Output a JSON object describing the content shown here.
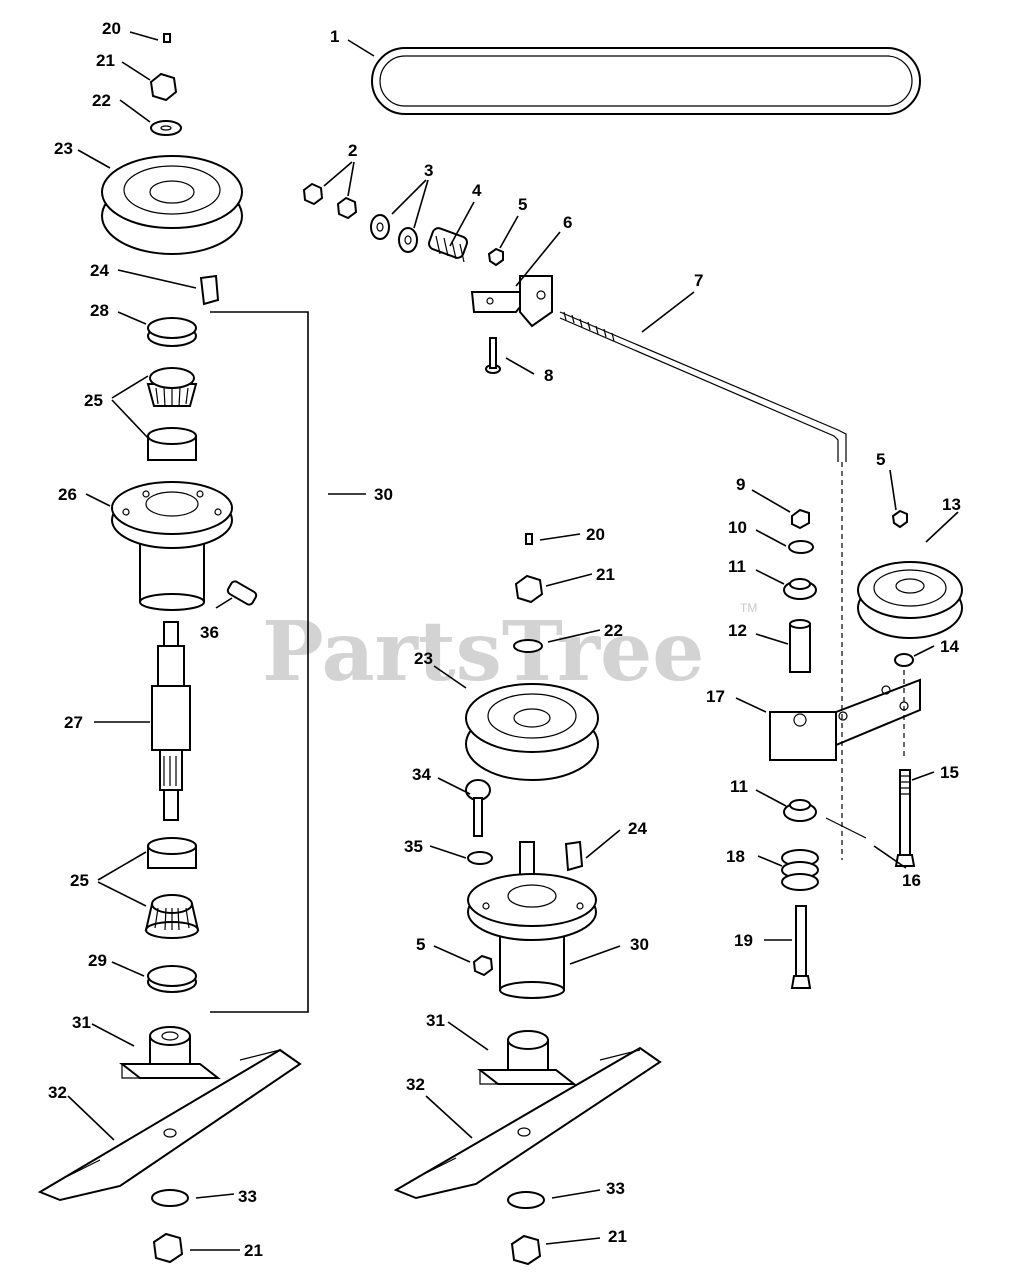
{
  "watermark": {
    "text": "PartsTree",
    "trademark": "TM"
  },
  "callouts": {
    "c1": "1",
    "c2": "2",
    "c3": "3",
    "c4": "4",
    "c5a": "5",
    "c6": "6",
    "c7": "7",
    "c8": "8",
    "c9": "9",
    "c10": "10",
    "c11a": "11",
    "c12": "12",
    "c5b": "5",
    "c13": "13",
    "c14": "14",
    "c17": "17",
    "c11b": "11",
    "c15": "15",
    "c16": "16",
    "c18": "18",
    "c19": "19",
    "L20": "20",
    "L21": "21",
    "L22": "22",
    "L23": "23",
    "L24": "24",
    "L28": "28",
    "L25a": "25",
    "L26": "26",
    "L36": "36",
    "L27": "27",
    "L25b": "25",
    "L29": "29",
    "L30": "30",
    "L31": "31",
    "L32": "32",
    "L33": "33",
    "L21b": "21",
    "M20": "20",
    "M21": "21",
    "M22": "22",
    "M23": "23",
    "M34": "34",
    "M24": "24",
    "M35": "35",
    "M5": "5",
    "M30": "30",
    "M31": "31",
    "M32": "32",
    "M33": "33",
    "M21b": "21"
  }
}
